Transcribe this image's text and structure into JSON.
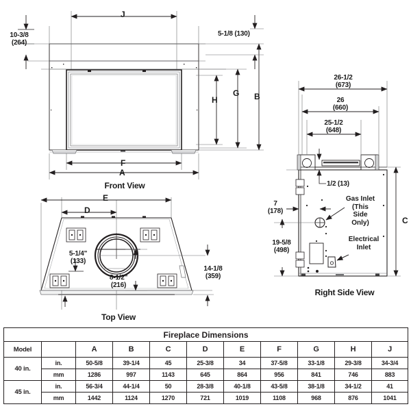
{
  "document": {
    "type": "fireplace-dimension-drawing"
  },
  "views": {
    "front": {
      "label": "Front View",
      "dimensions": {
        "top_left": "10-3/8\n(264)",
        "top_right": "5-1/8 (130)",
        "width_overall": "A",
        "width_inner": "F",
        "width_top": "J",
        "height_overall": "B",
        "height_g": "G",
        "height_h": "H"
      }
    },
    "top": {
      "label": "Top View",
      "dimensions": {
        "width_outer": "E",
        "width_inner": "D",
        "offset_left": "5-1/4\"\n(133)",
        "offset_bottom": "8-1/2\"\n(216)",
        "depth_right": "14-1/8\n(359)"
      }
    },
    "right_side": {
      "label": "Right Side View",
      "dimensions": {
        "depth_1": "26-1/2\n(673)",
        "depth_2": "26\n(660)",
        "depth_3": "25-1/2\n(648)",
        "lip": "1/2 (13)",
        "gas_offset": "7\n(178)",
        "electrical_height": "19-5/8\n(498)",
        "height_c": "C"
      },
      "callouts": {
        "gas_inlet": "Gas Inlet\n(This\nSide\nOnly)",
        "electrical_inlet": "Electrical\nInlet"
      }
    }
  },
  "table": {
    "title": "Fireplace Dimensions",
    "headers": [
      "Model",
      "",
      "A",
      "B",
      "C",
      "D",
      "E",
      "F",
      "G",
      "H",
      "J"
    ],
    "rows": [
      {
        "model": "40 in.",
        "units": [
          {
            "unit": "in.",
            "values": [
              "50-5/8",
              "39-1/4",
              "45",
              "25-3/8",
              "34",
              "37-5/8",
              "33-1/8",
              "29-3/8",
              "34-3/4"
            ]
          },
          {
            "unit": "mm",
            "values": [
              "1286",
              "997",
              "1143",
              "645",
              "864",
              "956",
              "841",
              "746",
              "883"
            ]
          }
        ]
      },
      {
        "model": "45 in.",
        "units": [
          {
            "unit": "in.",
            "values": [
              "56-3/4",
              "44-1/4",
              "50",
              "28-3/8",
              "40-1/8",
              "43-5/8",
              "38-1/8",
              "34-1/2",
              "41"
            ]
          },
          {
            "unit": "mm",
            "values": [
              "1442",
              "1124",
              "1270",
              "721",
              "1019",
              "1108",
              "968",
              "876",
              "1041"
            ]
          }
        ]
      }
    ]
  },
  "colors": {
    "line": "#231f20",
    "thin_line": "#6d6e71",
    "background": "#ffffff"
  }
}
